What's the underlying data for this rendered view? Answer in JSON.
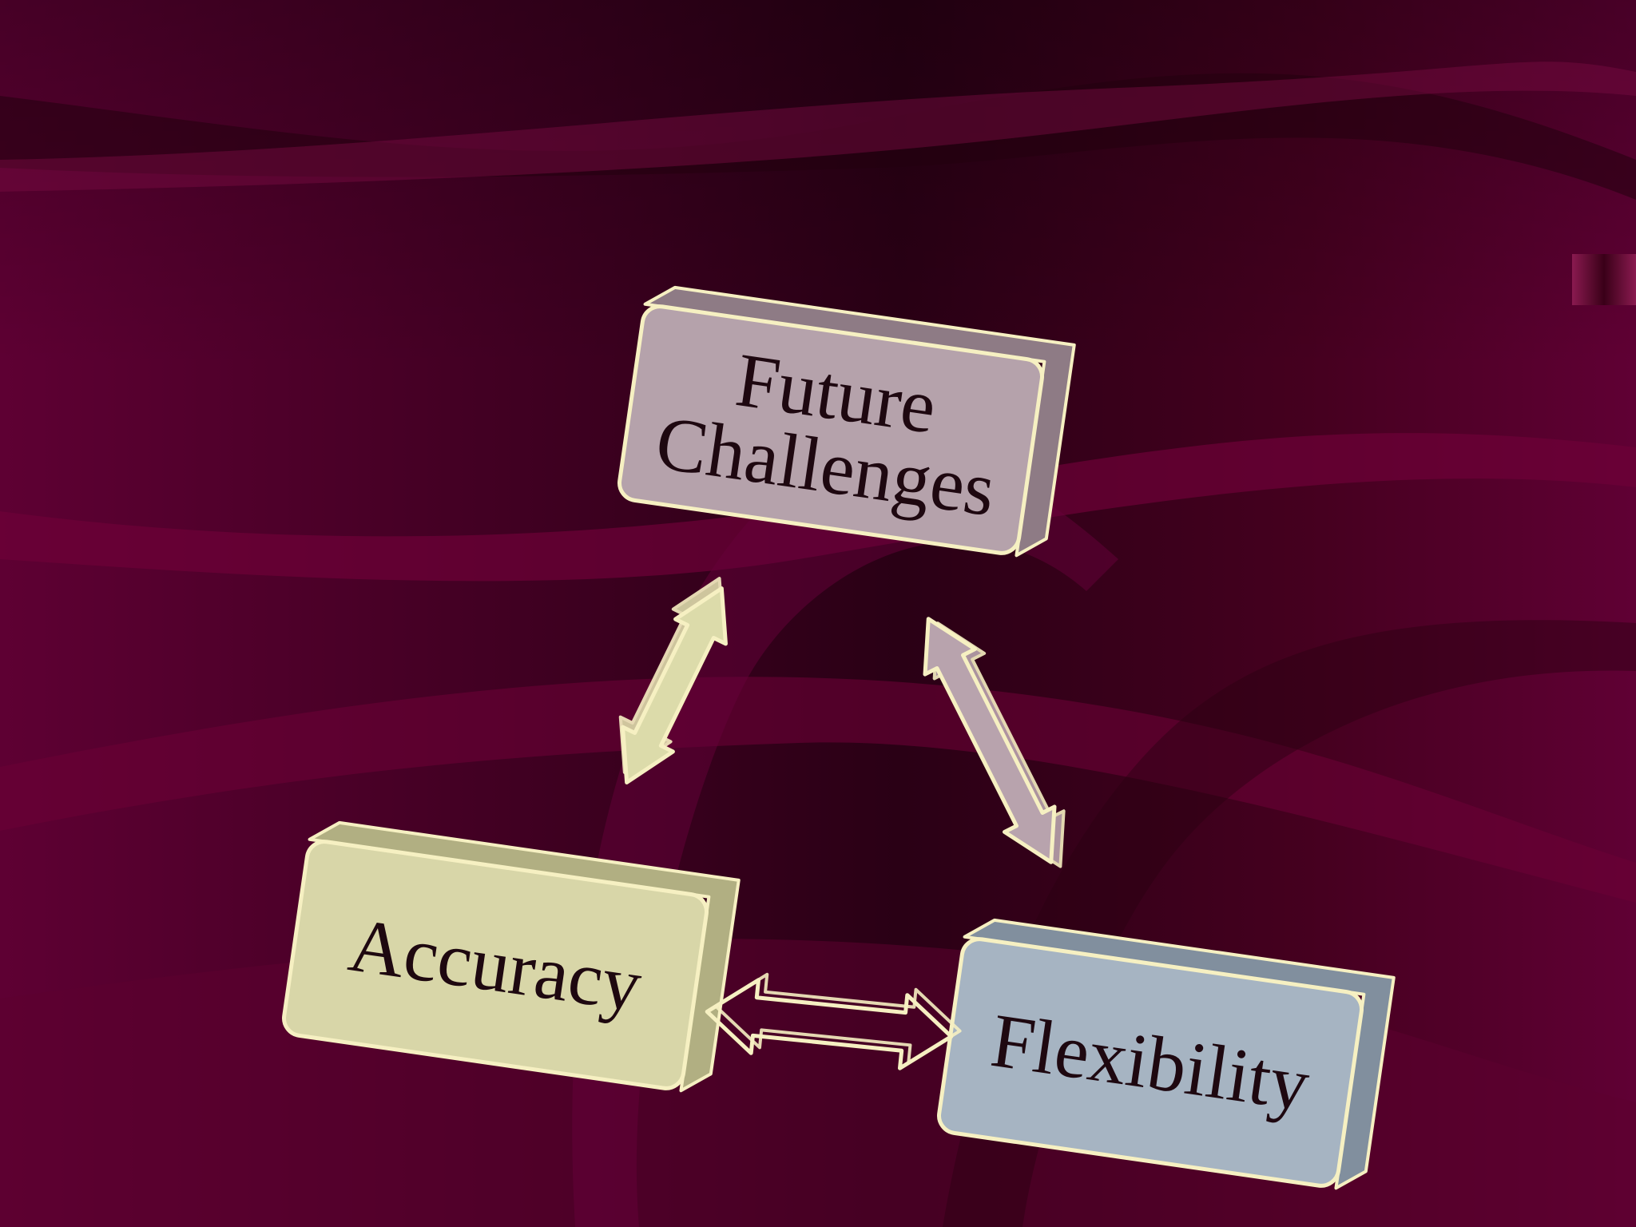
{
  "diagram": {
    "nodes": {
      "top": {
        "lines": [
          "Future",
          "Challenges"
        ],
        "face_color": "#b5a2ab",
        "side_color": "#8e7b85"
      },
      "left": {
        "lines": [
          "Accuracy"
        ],
        "face_color": "#d8d6a8",
        "side_color": "#b1af82"
      },
      "right": {
        "lines": [
          "Flexibility"
        ],
        "face_color": "#a6b4c2",
        "side_color": "#818f9e"
      }
    },
    "edges": [
      {
        "from": "left",
        "to": "top",
        "style": "solid",
        "color": "#dcdbaa"
      },
      {
        "from": "top",
        "to": "right",
        "style": "solid",
        "color": "#b8a3ad"
      },
      {
        "from": "left",
        "to": "right",
        "style": "outline",
        "color": "#f5f0c8"
      }
    ],
    "outline_color": "#f6f0c2",
    "background_color": "#5a0030"
  }
}
